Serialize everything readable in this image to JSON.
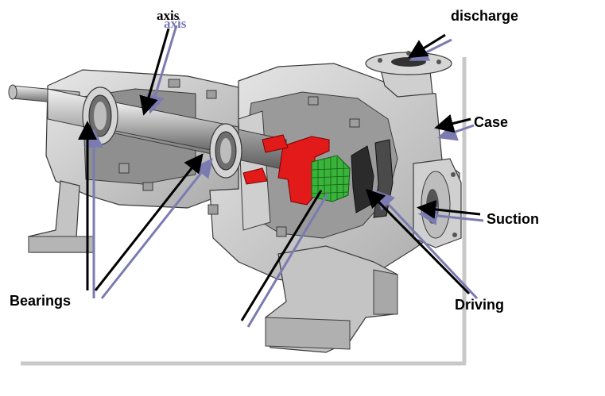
{
  "labels": {
    "axis_black": "axis",
    "axis_ghost": "axis",
    "discharge": "discharge",
    "case": "Case",
    "suction": "Suction",
    "bearings": "Bearings",
    "driving": "Driving"
  },
  "colors": {
    "body_light": "#d9d9d9",
    "body_mid": "#bdbdbd",
    "body_dark": "#8a8a8a",
    "outline": "#3a3a3a",
    "coupling_red": "#e21a1a",
    "impeller_green": "#39b339",
    "arrow_black": "#000000",
    "arrow_ghost": "#7b7bb2",
    "frame_gray": "#c8c8c8"
  }
}
